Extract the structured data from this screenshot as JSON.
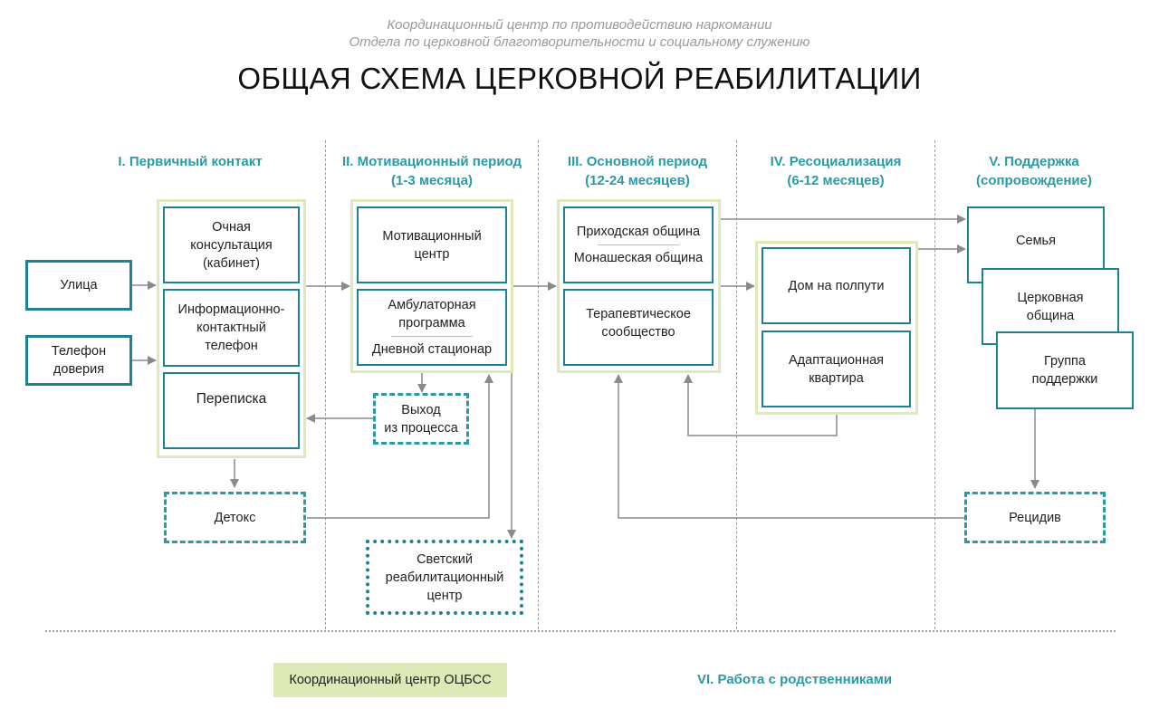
{
  "header": {
    "org_line1": "Координационный центр по противодействию наркомании",
    "org_line2": "Отдела по церковной благотворительности и социальному служению",
    "title": "ОБЩАЯ СХЕМА ЦЕРКОВНОЙ РЕАБИЛИТАЦИИ"
  },
  "phases": {
    "p1": "I. Первичный контакт",
    "p2_line1": "II. Мотивационный период",
    "p2_line2": "(1-3 месяца)",
    "p3_line1": "III. Основной период",
    "p3_line2": "(12-24 месяцев)",
    "p4_line1": "IV. Ресоциализация",
    "p4_line2": "(6-12 месяцев)",
    "p5_line1": "V. Поддержка",
    "p5_line2": "(сопровождение)"
  },
  "entry": {
    "street": "Улица",
    "hotline": "Телефон\nдоверия"
  },
  "contact": {
    "in_person": "Очная\nконсультация\n(кабинет)",
    "info_phone": "Информационно-\nконтактный\nтелефон",
    "correspondence": "Переписка"
  },
  "motivation": {
    "center": "Мотивационный\nцентр",
    "outpatient": "Амбулаторная\nпрограмма",
    "day_hospital": "Дневной стационар"
  },
  "main_period": {
    "parish": "Приходская община",
    "monastic": "Монашеская община",
    "therapeutic": "Терапевтическое\nсообщество"
  },
  "resocialization": {
    "halfway_house": "Дом на полпути",
    "adaptation_flat": "Адаптационная\nквартира"
  },
  "support": {
    "family": "Семья",
    "church": "Церковная\nобщина",
    "group": "Группа\nподдержки"
  },
  "side": {
    "exit": "Выход\nиз процесса",
    "detox": "Детокс",
    "secular": "Светский\nреабилитационный\nцентр",
    "relapse": "Рецидив"
  },
  "footer": {
    "coord_center": "Координационный центр ОЦБСС",
    "relatives": "VI. Работа с родственниками"
  },
  "colors": {
    "teal": "#1f8290",
    "teal_text": "#2a9aa4",
    "green_frame": "#dde9b6",
    "arrow": "#8a8a8a"
  }
}
